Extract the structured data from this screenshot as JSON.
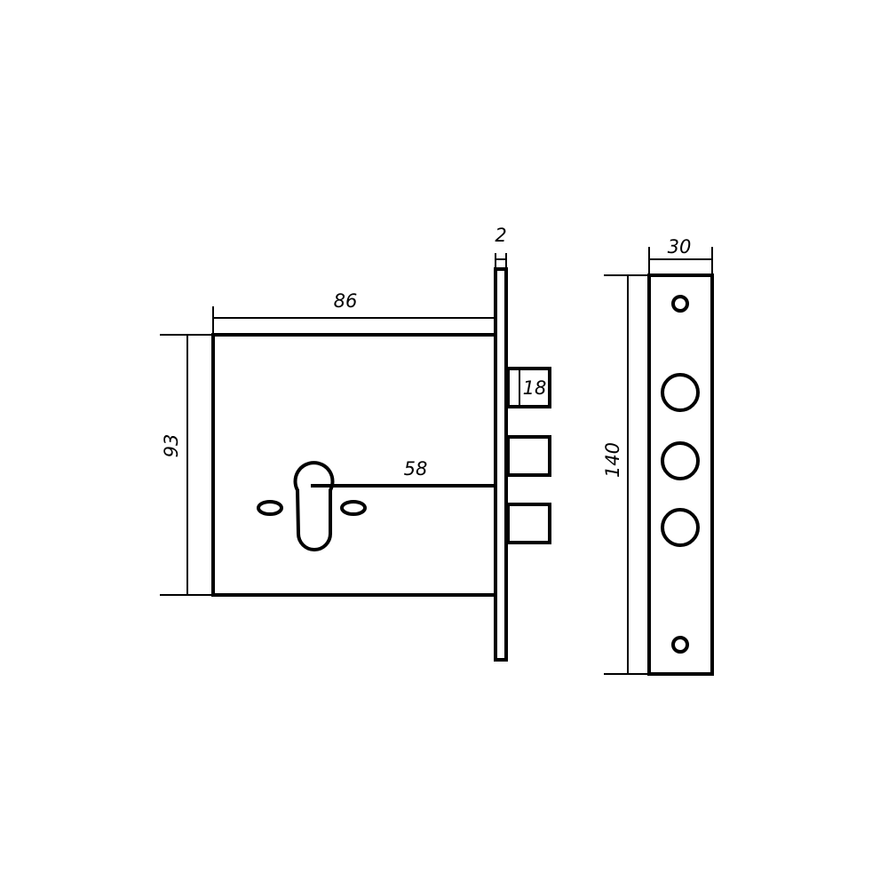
{
  "drawing": {
    "dimensions": {
      "body_width": "86",
      "body_height": "93",
      "backset": "58",
      "faceplate_thickness": "2",
      "bolt_height": "18",
      "faceplate_length": "140",
      "faceplate_width": "30"
    }
  }
}
